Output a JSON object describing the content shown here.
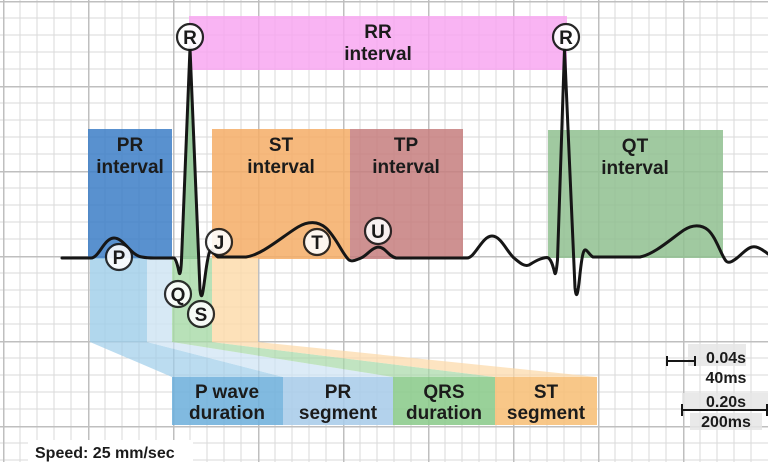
{
  "colors": {
    "background": "#ffffff",
    "grid_minor": "#dadada",
    "grid_major": "#bfbfbf",
    "waveform": "#161616",
    "text": "#1b1b1b",
    "rr_interval": "#f8a3f0",
    "pr_interval": "#3c7ec7",
    "st_interval": "#f5ad66",
    "tp_interval": "#c67e7e",
    "qt_interval": "#8fc08f",
    "p_wave_band": "#9ecde9",
    "pr_segment_band": "#cde3f3",
    "qrs_band": "#a6d9a6",
    "st_segment_band": "#fcd9a7",
    "p_wave_box": "#6fb0dc",
    "pr_segment_box": "#a8cce9",
    "qrs_box": "#8bcb8b",
    "st_segment_box": "#f7bf78",
    "spike_fill": "#90c695",
    "circle_fill": "#ffffff",
    "scale_bg": "#e5e5e5"
  },
  "intervals": {
    "rr": {
      "line1": "RR",
      "line2": "interval"
    },
    "pr": {
      "line1": "PR",
      "line2": "interval"
    },
    "st": {
      "line1": "ST",
      "line2": "interval"
    },
    "tp": {
      "line1": "TP",
      "line2": "interval"
    },
    "qt": {
      "line1": "QT",
      "line2": "interval"
    }
  },
  "segments": {
    "p_wave": {
      "line1": "P wave",
      "line2": "duration"
    },
    "pr_segment": {
      "line1": "PR",
      "line2": "segment"
    },
    "qrs": {
      "line1": "QRS",
      "line2": "duration"
    },
    "st_segment": {
      "line1": "ST",
      "line2": "segment"
    }
  },
  "wave_labels": {
    "p": "P",
    "q": "Q",
    "r1": "R",
    "r2": "R",
    "s": "S",
    "j": "J",
    "t": "T",
    "u": "U"
  },
  "scale": {
    "small_seconds": "0.04s",
    "small_ms": "40ms",
    "large_seconds": "0.20s",
    "large_ms": "200ms"
  },
  "footer": {
    "speed": "Speed: 25 mm/sec"
  }
}
